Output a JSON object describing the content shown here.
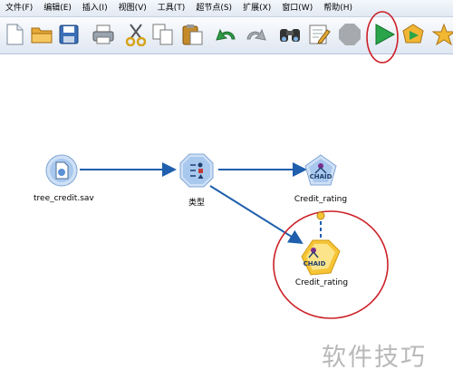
{
  "menu": {
    "items": [
      "文件(F)",
      "编辑(E)",
      "插入(I)",
      "视图(V)",
      "工具(T)",
      "超节点(S)",
      "扩展(X)",
      "窗口(W)",
      "帮助(H)"
    ]
  },
  "toolbar": {
    "icons": [
      "new-file-icon",
      "open-folder-icon",
      "save-icon",
      "print-icon",
      "cut-icon",
      "copy-icon",
      "paste-icon",
      "undo-icon",
      "redo-icon",
      "find-icon",
      "edit-icon",
      "stop-icon",
      "run-icon",
      "run-selection-icon",
      "star-icon"
    ],
    "highlight_color": "#cc2027"
  },
  "nodes": [
    {
      "name": "source-node",
      "label": "tree_credit.sav",
      "icon": "database-file-icon"
    },
    {
      "name": "type-node",
      "label": "类型",
      "icon": "type-icon"
    },
    {
      "name": "chaid-modeler-node",
      "label": "Credit_rating",
      "icon": "chaid-icon",
      "badge": "CHAID"
    },
    {
      "name": "chaid-model-nugget",
      "label": "Credit_rating",
      "icon": "chaid-nugget-icon",
      "badge": "CHAID"
    }
  ],
  "colors": {
    "link": "#1f5fad",
    "nugget": "#f6c435",
    "annotation": "#cc2027"
  },
  "watermark": "软件技巧"
}
